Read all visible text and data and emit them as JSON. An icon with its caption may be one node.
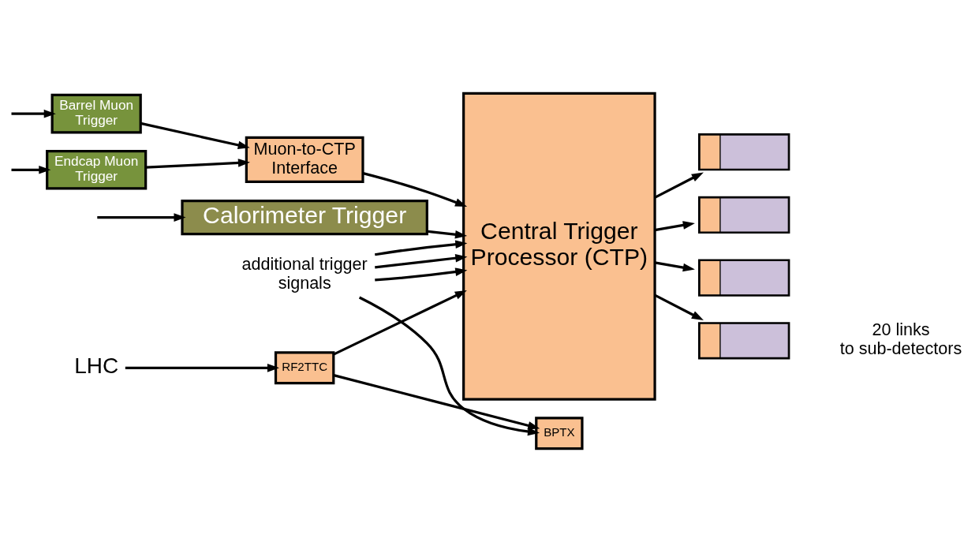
{
  "diagram": {
    "nodes": [
      {
        "text": [
          "Barrel Muon Trigger"
        ]
      },
      {
        "text": [
          "Endcap Muon Trigger"
        ]
      },
      {
        "text": [
          "Muon-to-CTP Interface"
        ]
      },
      {
        "text": [
          "Calorimeter Trigger"
        ]
      },
      {
        "text": [
          "Central Trigger Processor (CTP)"
        ]
      },
      {
        "text": [],
        "shape": "box"
      },
      {
        "text": [],
        "shape": "box"
      },
      {
        "text": [],
        "shape": "box"
      },
      {
        "text": [],
        "shape": "box"
      },
      {
        "text": [
          "additional trigger signals"
        ]
      },
      {
        "text": [
          "BPTX"
        ]
      },
      {
        "text": [
          "LHC"
        ]
      },
      {
        "text": [
          "RF2TTC"
        ]
      }
    ],
    "edges": [
      {
        "from": null,
        "to": 0,
        "arrow": "to"
      },
      {
        "from": null,
        "to": 1,
        "arrow": "to"
      },
      {
        "from": null,
        "to": 3,
        "arrow": "to"
      },
      {
        "from": 0,
        "to": 2,
        "arrow": "to"
      },
      {
        "from": 1,
        "to": 2,
        "arrow": "to"
      },
      {
        "from": 2,
        "to": 4,
        "arrow": "to"
      },
      {
        "from": 3,
        "to": 4,
        "arrow": "to"
      },
      {
        "from": 9,
        "to": 4,
        "arrow": "to"
      },
      {
        "from": 9,
        "to": 4,
        "arrow": "to"
      },
      {
        "from": 9,
        "to": 4,
        "arrow": "to"
      },
      {
        "from": 9,
        "to": 10,
        "arrow": "to"
      },
      {
        "from": 11,
        "to": 12,
        "arrow": "to"
      },
      {
        "from": 12,
        "to": 10,
        "arrow": "to"
      },
      {
        "from": 12,
        "to": 4,
        "arrow": "to"
      },
      {
        "from": 4,
        "to": 5,
        "arrow": "to"
      },
      {
        "from": 4,
        "to": 6,
        "arrow": "to"
      },
      {
        "from": 4,
        "to": 7,
        "arrow": "to"
      },
      {
        "from": 4,
        "to": 8,
        "arrow": "to"
      }
    ],
    "labels": [
      "20 links to sub-detectors"
    ]
  }
}
